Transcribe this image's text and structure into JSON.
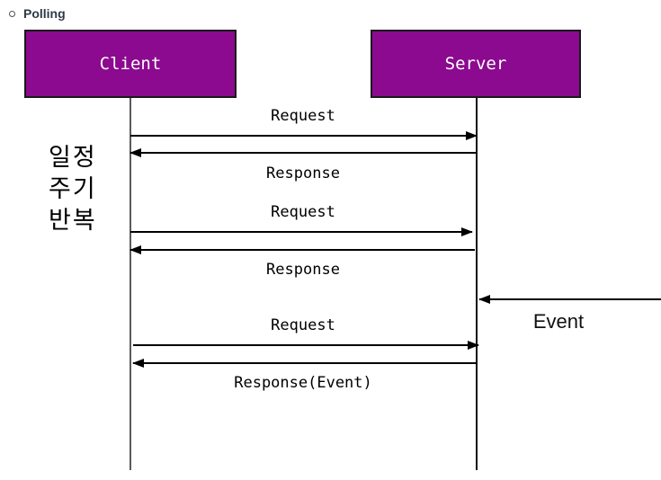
{
  "header": {
    "title": "Polling"
  },
  "colors": {
    "actor_fill": "#8c0a8f",
    "actor_border": "#1a1a1a",
    "actor_text": "#ffffff",
    "header_text": "#2e3b46",
    "arrow": "#000000"
  },
  "actors": [
    {
      "label": "Client"
    },
    {
      "label": "Server"
    }
  ],
  "messages": [
    {
      "label": "Request",
      "direction": "client-to-server"
    },
    {
      "label": "Response",
      "direction": "server-to-client"
    },
    {
      "label": "Request",
      "direction": "client-to-server"
    },
    {
      "label": "Response",
      "direction": "server-to-client"
    },
    {
      "label": "Request",
      "direction": "client-to-server"
    },
    {
      "label": "Response(Event)",
      "direction": "server-to-client"
    }
  ],
  "event": {
    "label": "Event",
    "direction": "right-edge-to-server"
  },
  "annotation": {
    "lines": [
      "일정",
      "주기",
      "반복"
    ]
  }
}
